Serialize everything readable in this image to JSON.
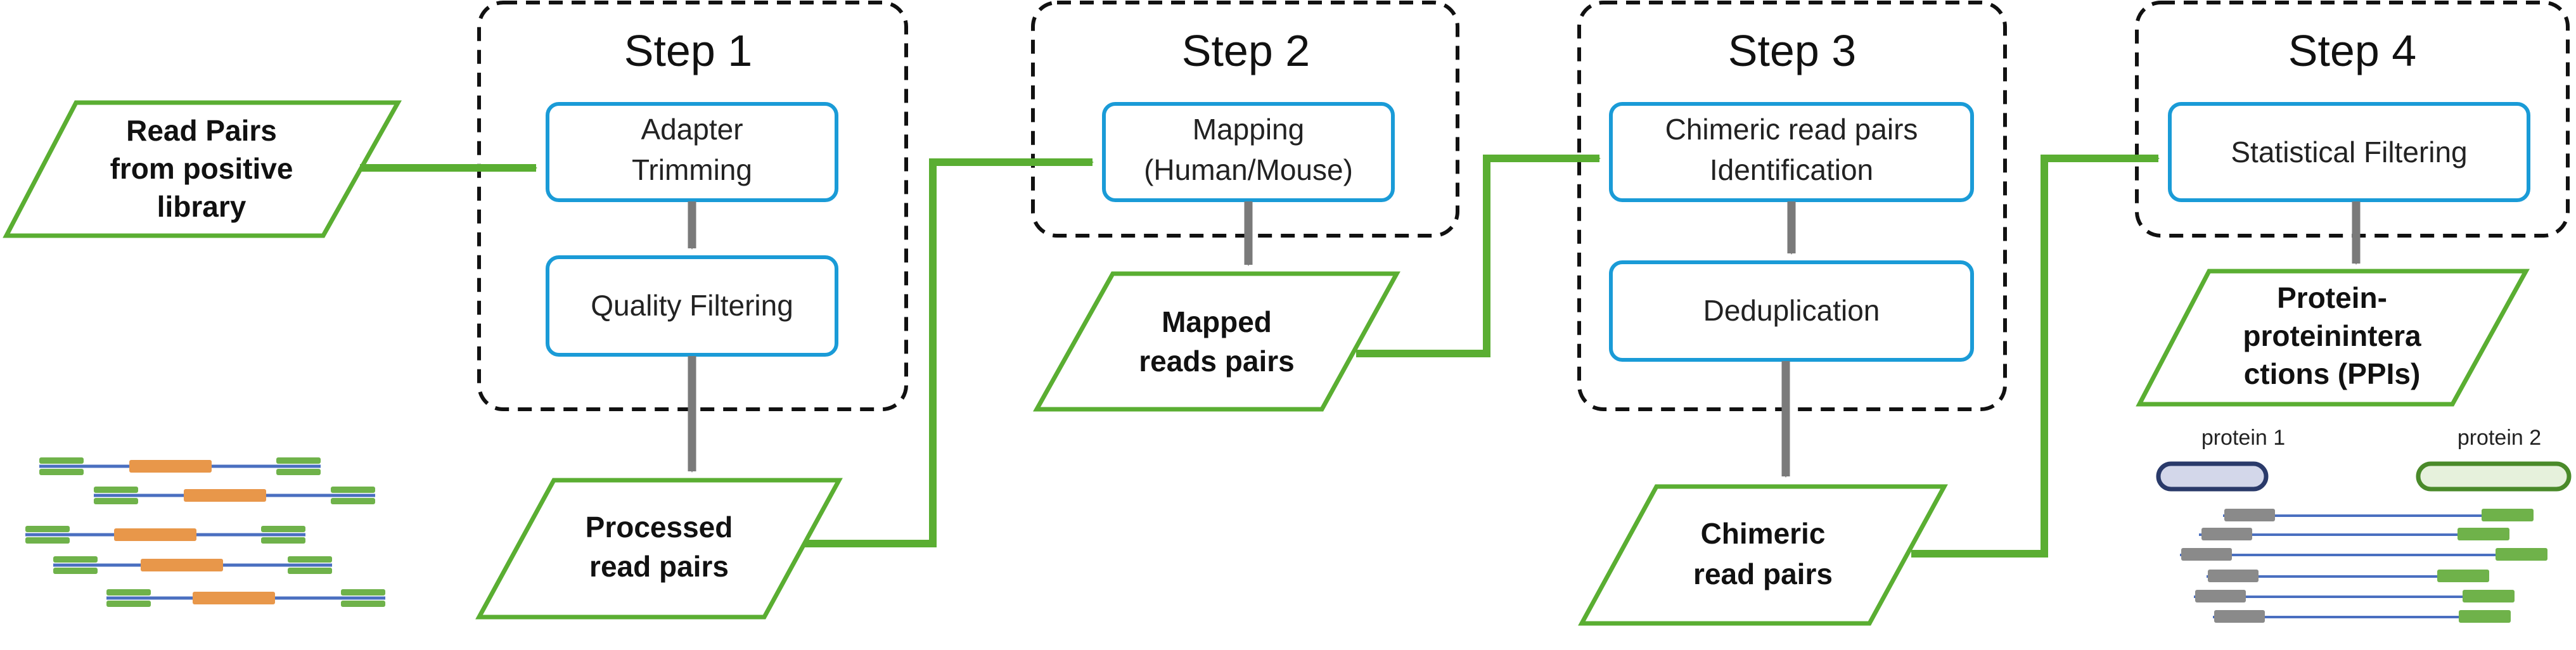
{
  "steps": [
    {
      "title": "Step 1",
      "processes": [
        [
          "Adapter",
          "Trimming"
        ],
        [
          "Quality Filtering"
        ]
      ]
    },
    {
      "title": "Step 2",
      "processes": [
        [
          "Mapping",
          "(Human/Mouse)"
        ]
      ]
    },
    {
      "title": "Step 3",
      "processes": [
        [
          "Chimeric read pairs",
          "Identification"
        ],
        [
          "Deduplication"
        ]
      ]
    },
    {
      "title": "Step 4",
      "processes": [
        [
          "Statistical Filtering"
        ]
      ]
    }
  ],
  "data_nodes": {
    "input": [
      "Read Pairs",
      "from positive",
      "library"
    ],
    "processed": [
      "Processed",
      "read pairs"
    ],
    "mapped": [
      "Mapped",
      "reads pairs"
    ],
    "chimeric": [
      "Chimeric",
      "read pairs"
    ],
    "ppis": [
      "Protein-",
      "proteinintera",
      "ctions (PPIs)"
    ]
  },
  "proteins": {
    "left": "protein 1",
    "right": "protein 2"
  },
  "colors": {
    "flow_green": "#5aae32",
    "process_border": "#1a9bd7",
    "step_border": "#111111",
    "down_arrow": "#7a7a7a",
    "read_blue": "#4a6fc0",
    "read_green": "#6fb24a",
    "read_orange": "#e8974a",
    "read_gray": "#8a8a8a",
    "protein1_fill": "#d3d7ea",
    "protein1_border": "#2a3a6a",
    "protein2_fill": "#e6f1dc",
    "protein2_border": "#4a8a2a"
  }
}
